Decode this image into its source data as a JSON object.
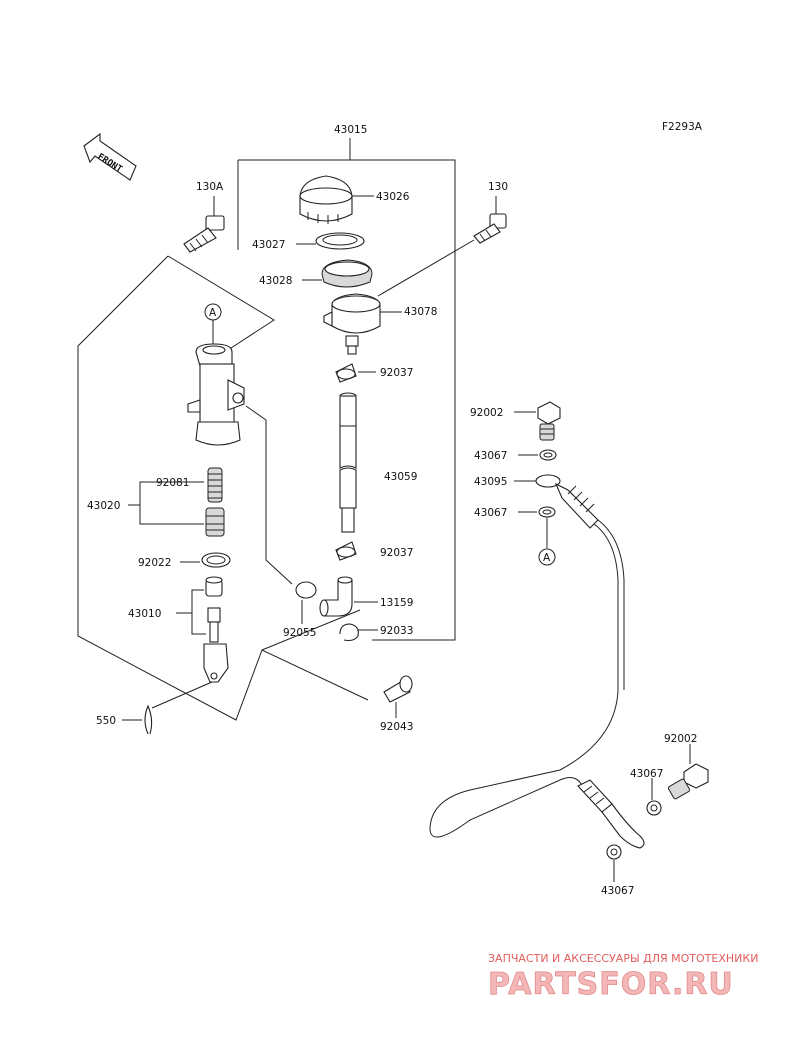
{
  "diagram": {
    "code": "F2293A",
    "front_label": "FRONT",
    "callout_a": "A",
    "parts": {
      "p43015": "43015",
      "p130a": "130A",
      "p130": "130",
      "p43026": "43026",
      "p43027": "43027",
      "p43028": "43028",
      "p43078": "43078",
      "p92037_top": "92037",
      "p92002_top": "92002",
      "p43067_a": "43067",
      "p43095": "43095",
      "p43067_b": "43067",
      "p43059": "43059",
      "p92081": "92081",
      "p43020": "43020",
      "p92037_bot": "92037",
      "p92022": "92022",
      "p13159": "13159",
      "p43010": "43010",
      "p92055": "92055",
      "p92033": "92033",
      "p550": "550",
      "p92043": "92043",
      "p92002_bot": "92002",
      "p43067_c": "43067",
      "p43067_d": "43067"
    }
  },
  "watermark": {
    "subtitle": "ЗАПЧАСТИ И АКСЕССУАРЫ ДЛЯ МОТОТЕХНИКИ",
    "logo": "PARTSFOR.RU"
  }
}
